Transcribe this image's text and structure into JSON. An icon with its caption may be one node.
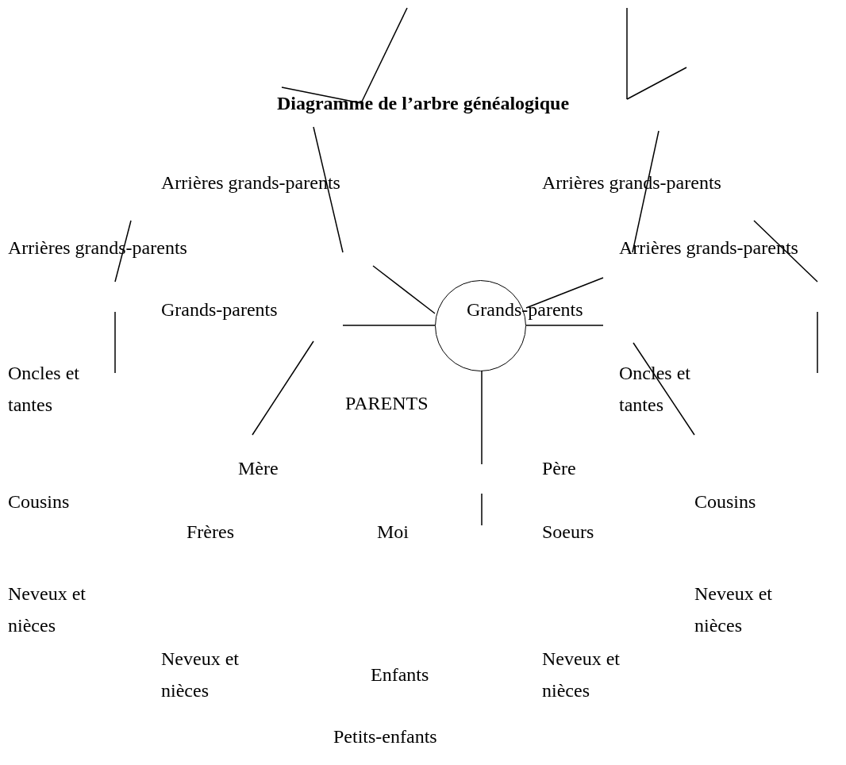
{
  "diagram": {
    "title": "Diagramme de l’arbre généalogique",
    "nodes": [
      {
        "text": [],
        "shape": "circle"
      }
    ],
    "labels": [
      "Arrières grands-parents",
      "Arrières grands-parents",
      "Arrières grands-parents",
      "Arrières grands-parents",
      "Grands-parents",
      "Grands-parents",
      "Oncles et tantes",
      "PARENTS",
      "Oncles et tantes",
      "Mère",
      "Père",
      "Cousins",
      "Cousins",
      "Frères",
      "Moi",
      "Soeurs",
      "Neveux et nièces",
      "Neveux et nièces",
      "Neveux et nièces",
      "Enfants",
      "Neveux et nièces",
      "Petits-enfants"
    ]
  }
}
